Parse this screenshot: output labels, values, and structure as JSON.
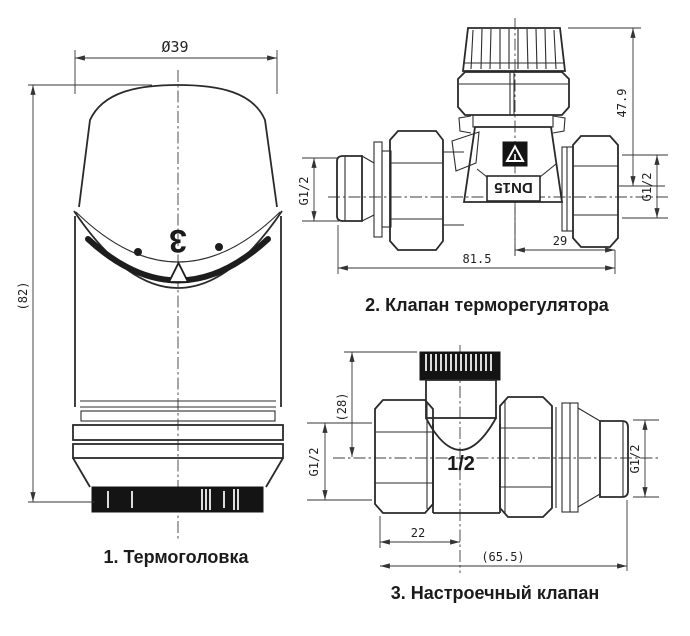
{
  "background": "#ffffff",
  "line_color": "#2a2a2a",
  "figures": {
    "head": {
      "caption": "1. Термоголовка",
      "dial_number": "3",
      "dims": {
        "diameter": "Ø39",
        "height": "(82)"
      }
    },
    "valve2": {
      "caption": "2. Клапан терморегулятора",
      "marking": "DN15",
      "dims": {
        "thread_left": "G1/2",
        "height": "47.9",
        "thread_right": "G1/2",
        "center_to_end": "29",
        "total_length": "81.5"
      }
    },
    "valve3": {
      "caption": "3. Настроечный клапан",
      "marking": "1/2",
      "dims": {
        "thread_left": "G1/2",
        "height": "(28)",
        "thread_right": "G1/2",
        "left_to_center": "22",
        "total_length": "(65.5)"
      }
    }
  }
}
